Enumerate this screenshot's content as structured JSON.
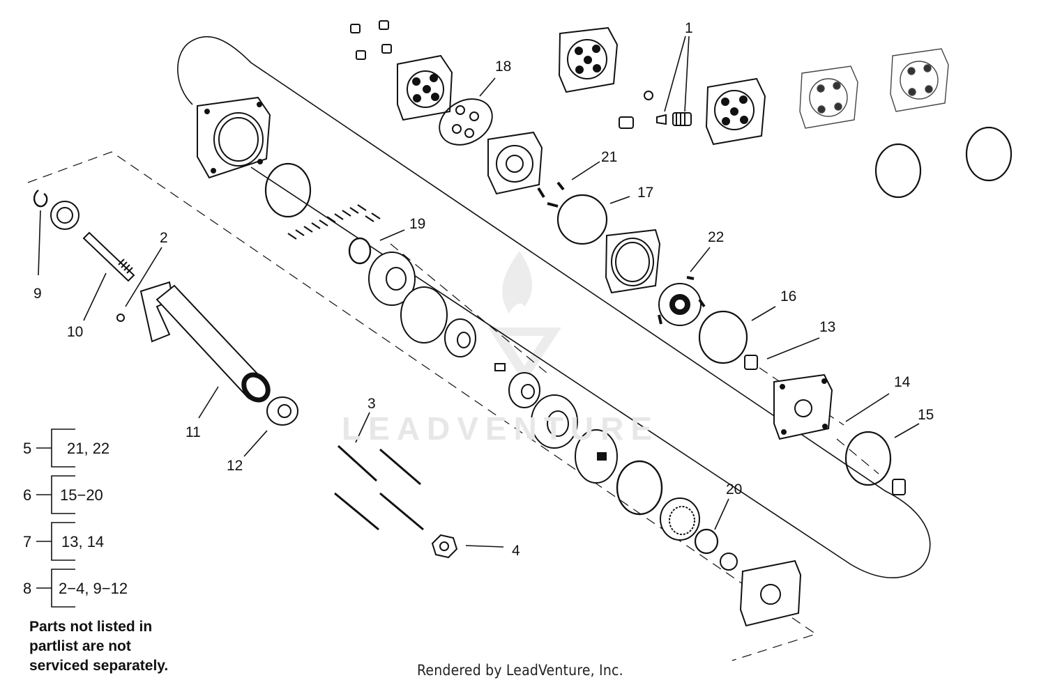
{
  "callouts": [
    "1",
    "2",
    "3",
    "4",
    "9",
    "10",
    "11",
    "12",
    "13",
    "14",
    "15",
    "16",
    "17",
    "18",
    "19",
    "20",
    "21",
    "22"
  ],
  "kits": [
    {
      "number": "5",
      "parts": "21, 22"
    },
    {
      "number": "6",
      "parts": "15−20"
    },
    {
      "number": "7",
      "parts": "13, 14"
    },
    {
      "number": "8",
      "parts": "2−4, 9−12"
    }
  ],
  "note": {
    "line1": "Parts not listed in",
    "line2": "partlist are not",
    "line3": "serviced separately."
  },
  "footer": "Rendered by LeadVenture, Inc.",
  "watermark": "LEADVENTURE"
}
